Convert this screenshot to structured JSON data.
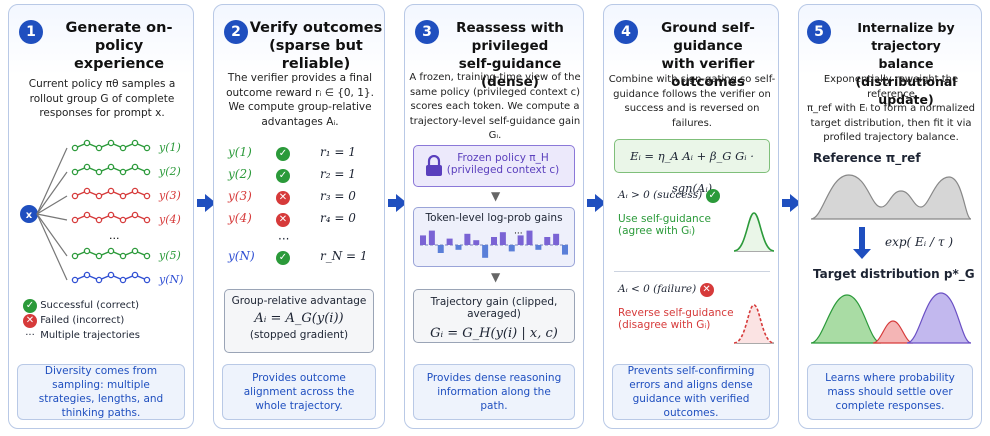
{
  "panels": [
    {
      "number": "1",
      "title_line1": "Generate on-policy",
      "title_line2": "experience",
      "body": [
        "Current policy πθ samples a",
        "rollout group G of complete",
        "responses for prompt x."
      ],
      "root_label": "x",
      "trajectory_labels": [
        "y(1)",
        "y(2)",
        "y(3)",
        "y(4)",
        "y(5)",
        "y(N)"
      ],
      "ellipsis": "···",
      "legend": [
        {
          "label": "Successful (correct)",
          "icon": "check-icon"
        },
        {
          "label": "Failed (incorrect)",
          "icon": "cross-icon"
        },
        {
          "label": "Multiple trajectories",
          "icon": "ellipsis-icon"
        }
      ],
      "footer": "Diversity comes from sampling: multiple strategies, lengths, and thinking paths."
    },
    {
      "number": "2",
      "title_line1": "Verify outcomes",
      "title_line2": "(sparse but reliable)",
      "body": [
        "The verifier provides a final",
        "outcome reward rᵢ ∈ {0, 1}.",
        "We compute group-relative",
        "advantages Aᵢ."
      ],
      "rows": [
        {
          "y": "y(1)",
          "status": "success",
          "reward": "r₁ = 1"
        },
        {
          "y": "y(2)",
          "status": "success",
          "reward": "r₂ = 1"
        },
        {
          "y": "y(3)",
          "status": "fail",
          "reward": "r₃ = 0"
        },
        {
          "y": "y(4)",
          "status": "fail",
          "reward": "r₄ = 0"
        },
        {
          "y": "y(N)",
          "status": "success",
          "reward": "r_N = 1"
        }
      ],
      "ellipsis": "···",
      "box_title": "Group-relative advantage",
      "box_formula": "Aᵢ = A_G(y(i))",
      "box_note": "(stopped gradient)",
      "footer": "Provides outcome alignment across the whole trajectory."
    },
    {
      "number": "3",
      "title_line1": "Reassess with privileged",
      "title_line2": "self-guidance (dense)",
      "body": [
        "A frozen, training-time view of the",
        "same policy (privileged context c)",
        "scores each token.  We compute a",
        "trajectory-level self-guidance gain Gᵢ."
      ],
      "frozen_line1": "Frozen policy π_H",
      "frozen_line2": "(privileged context c)",
      "token_title": "Token-level log-prob gains",
      "token_gains": [
        0.6,
        0.9,
        -0.5,
        0.4,
        -0.3,
        0.7,
        0.3,
        -0.8,
        0.5,
        0.8,
        -0.4,
        0.6,
        0.9,
        -0.3,
        0.5,
        0.7,
        -0.6
      ],
      "ellipsis": "···",
      "traj_title": "Trajectory gain (clipped, averaged)",
      "traj_formula": "Gᵢ = G_H(y(i) | x, c)",
      "footer": "Provides dense reasoning information along the path."
    },
    {
      "number": "4",
      "title_line1": "Ground self-guidance",
      "title_line2": "with verifier outcomes",
      "body": [
        "Combine with sign-gating so self-",
        "guidance follows the verifier on",
        "success and is reversed on failures."
      ],
      "formula": "Eᵢ = η_A Aᵢ + β_G Gᵢ · sgn(Aᵢ)",
      "success_head": "Aᵢ > 0 (success)",
      "success_line1": "Use self-guidance",
      "success_line2": "(agree with Gᵢ)",
      "fail_head": "Aᵢ < 0 (failure)",
      "fail_line1": "Reverse self-guidance",
      "fail_line2": "(disagree with Gᵢ)",
      "footer": "Prevents self-confirming errors and aligns dense guidance with verified outcomes."
    },
    {
      "number": "5",
      "title_line1": "Internalize by trajectory",
      "title_line2": "balance (distributional update)",
      "body": [
        "Exponentially reweight the reference",
        "π_ref with Eᵢ to form a normalized",
        "target distribution, then fit it via",
        "profiled trajectory balance."
      ],
      "reference_label": "Reference π_ref",
      "exp_label": "exp( Eᵢ / τ )",
      "target_label": "Target distribution p*_G",
      "footer": "Learns where probability mass should settle over complete responses."
    }
  ],
  "colors": {
    "accent": "#1f4fbf",
    "success": "#2b9a3a",
    "fail": "#d63a3a",
    "purple": "#6a4fc4",
    "traj": [
      "#2b9a3a",
      "#2b9a3a",
      "#d63a3a",
      "#d63a3a",
      "#2b9a3a",
      "#2f4fd3"
    ]
  }
}
